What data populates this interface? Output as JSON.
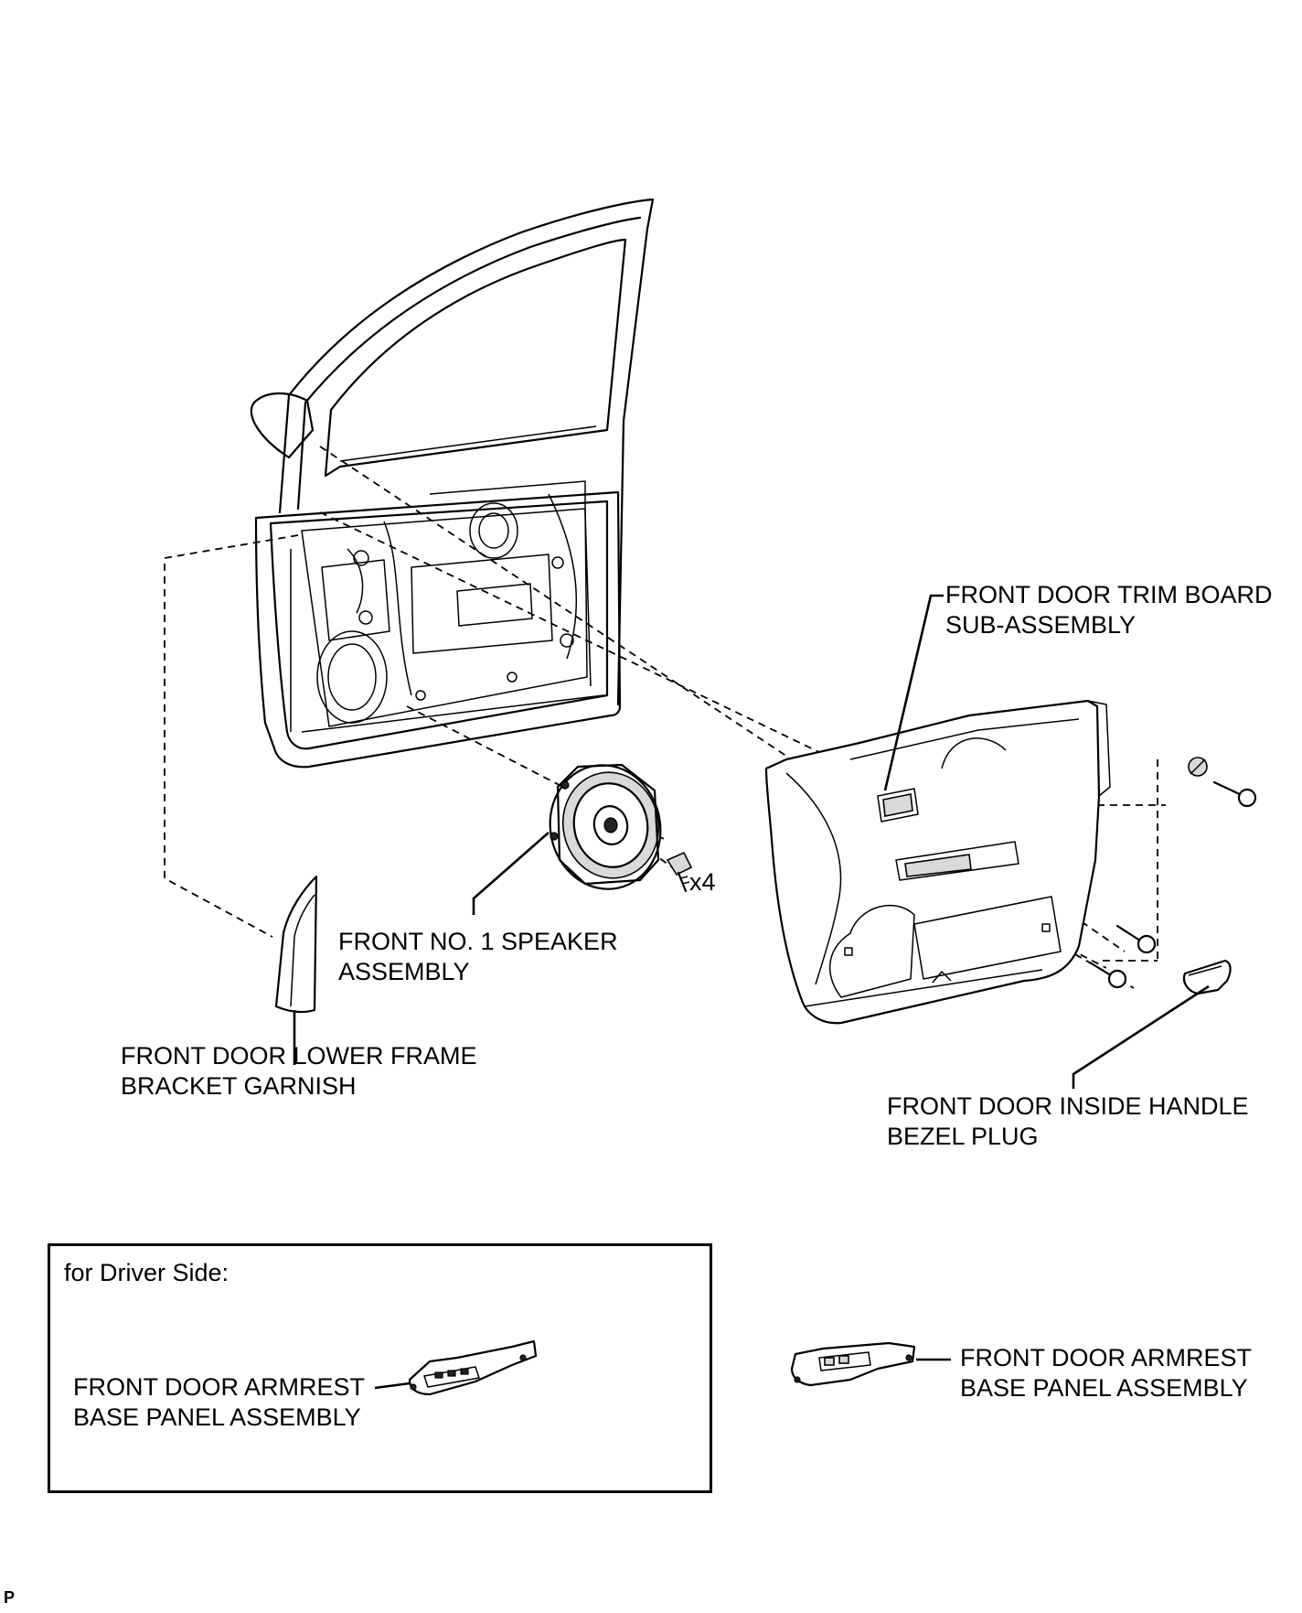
{
  "labels": {
    "trim_board": [
      "FRONT DOOR TRIM BOARD",
      "SUB-ASSEMBLY"
    ],
    "speaker": [
      "FRONT NO. 1 SPEAKER",
      "ASSEMBLY"
    ],
    "garnish": [
      "FRONT DOOR LOWER FRAME",
      "BRACKET GARNISH"
    ],
    "bezel_plug": [
      "FRONT DOOR INSIDE HANDLE",
      "BEZEL PLUG"
    ],
    "armrest_inset": [
      "FRONT DOOR ARMREST",
      "BASE PANEL ASSEMBLY"
    ],
    "armrest_right": [
      "FRONT DOOR ARMREST",
      "BASE PANEL ASSEMBLY"
    ],
    "quantity": "x4",
    "inset_title": "for Driver Side:",
    "corner_mark": "P"
  },
  "icons": [
    "door-frame-icon",
    "speaker-icon",
    "screw-icon",
    "clip-icon",
    "garnish-icon",
    "trim-board-icon",
    "bezel-plug-icon",
    "armrest-panel-icon"
  ]
}
